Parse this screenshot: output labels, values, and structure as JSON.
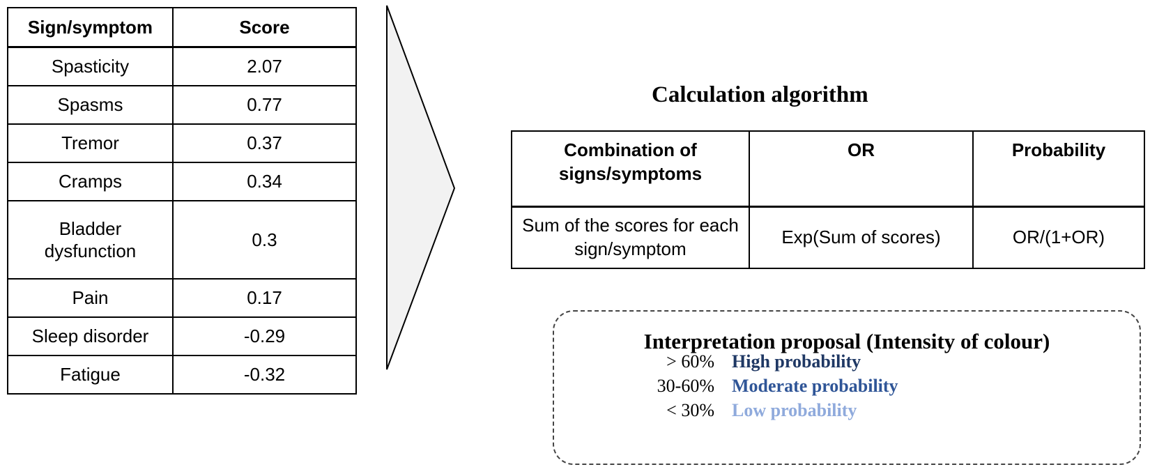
{
  "score_table": {
    "headers": [
      "Sign/symptom",
      "Score"
    ],
    "rows": [
      {
        "sign": "Spasticity",
        "score": "2.07"
      },
      {
        "sign": "Spasms",
        "score": "0.77"
      },
      {
        "sign": "Tremor",
        "score": "0.37"
      },
      {
        "sign": "Cramps",
        "score": "0.34"
      },
      {
        "sign": "Bladder dysfunction",
        "score": "0.3"
      },
      {
        "sign": "Pain",
        "score": "0.17"
      },
      {
        "sign": "Sleep disorder",
        "score": "-0.29"
      },
      {
        "sign": "Fatigue",
        "score": "-0.32"
      }
    ]
  },
  "calculation": {
    "title": "Calculation algorithm",
    "headers": [
      "Combination of signs/symptoms",
      "OR",
      "Probability"
    ],
    "row": [
      "Sum of the scores for each sign/symptom",
      "Exp(Sum of scores)",
      "OR/(1+OR)"
    ]
  },
  "interpretation": {
    "title": "Interpretation proposal (Intensity of colour)",
    "levels": [
      {
        "range": "> 60%",
        "label": "High probability",
        "color": "#1f3864"
      },
      {
        "range": "30-60%",
        "label": "Moderate probability",
        "color": "#2f5597"
      },
      {
        "range": "< 30%",
        "label": "Low probability",
        "color": "#8faadc"
      }
    ]
  }
}
